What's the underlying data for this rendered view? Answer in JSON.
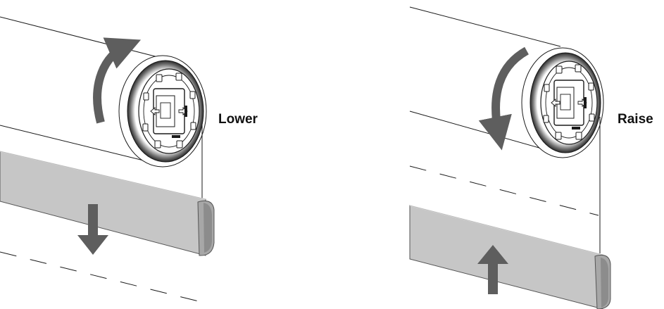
{
  "panels": [
    {
      "label": "Lower",
      "rotation": "clockwise",
      "bar_motion": "down"
    },
    {
      "label": "Raise",
      "rotation": "counterclockwise",
      "bar_motion": "up"
    }
  ],
  "colors": {
    "line": "#1a1a1a",
    "arrow": "#5e5e5e",
    "bar_fill": "#c6c6c6",
    "bar_edge": "#555555",
    "end_cap_dark": "#6a6a6a"
  },
  "icons": [
    "rotation-arrow-icon",
    "down-arrow-icon",
    "up-arrow-icon"
  ]
}
